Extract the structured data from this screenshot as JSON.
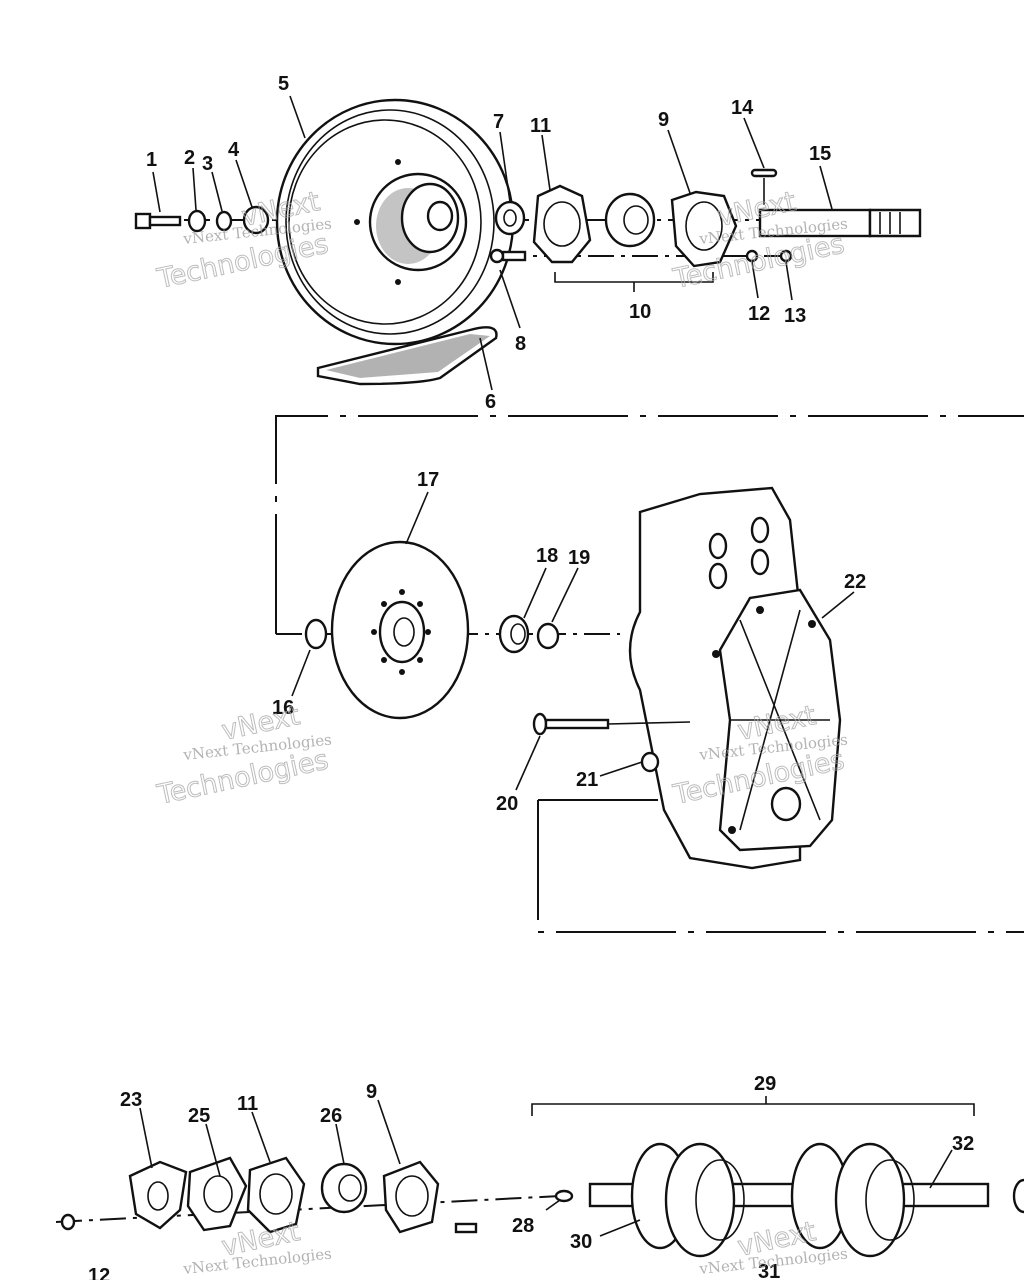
{
  "watermark": {
    "line1": "vNext Technologies",
    "line2": "Technologies",
    "line3": "vNext"
  },
  "callouts": {
    "c1": "1",
    "c2": "2",
    "c3": "3",
    "c4": "4",
    "c5": "5",
    "c6": "6",
    "c7": "7",
    "c8": "8",
    "c9": "9",
    "c10": "10",
    "c11": "11",
    "c12": "12",
    "c13": "13",
    "c14": "14",
    "c15": "15",
    "c16": "16",
    "c17": "17",
    "c18": "18",
    "c19": "19",
    "c20": "20",
    "c21": "21",
    "c22": "22",
    "c23": "23",
    "c25": "25",
    "c11b": "11",
    "c26": "26",
    "c9b": "9",
    "c29": "29",
    "c32": "32",
    "c28": "28",
    "c30": "30",
    "c31": "31",
    "c12b": "12"
  }
}
